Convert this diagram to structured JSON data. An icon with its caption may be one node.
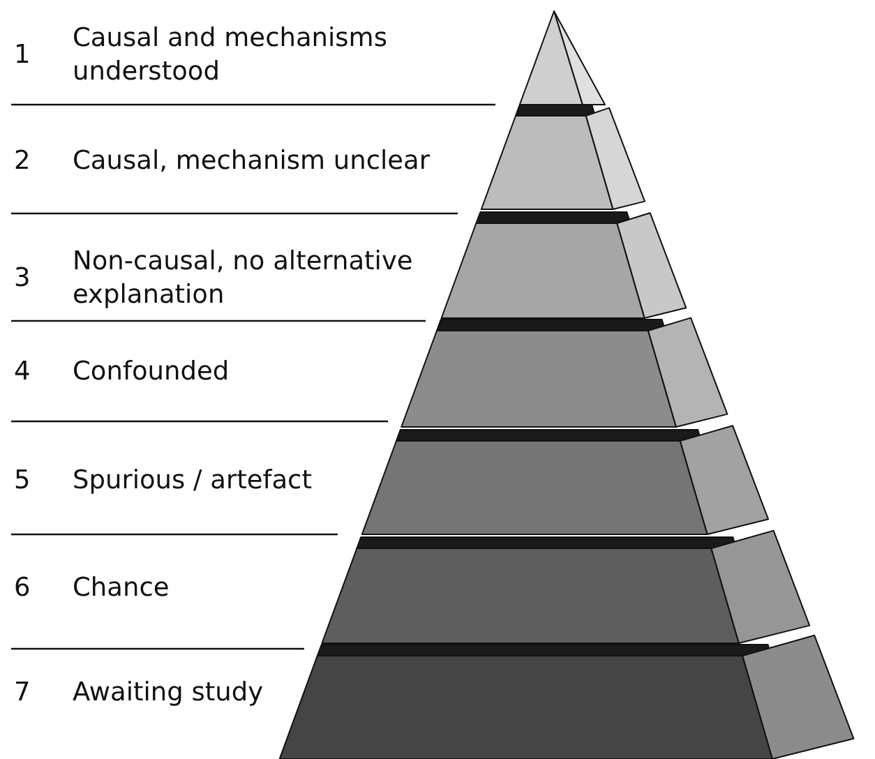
{
  "diagram": {
    "nodes": [
      {
        "text": [
          "1",
          "Causal and mechanisms understood"
        ]
      },
      {
        "text": [
          "2",
          "Causal, mechanism unclear"
        ]
      },
      {
        "text": [
          "3",
          "Non-causal, no alternative explanation"
        ]
      },
      {
        "text": [
          "4",
          "Confounded"
        ]
      },
      {
        "text": [
          "5",
          "Spurious / artefact"
        ]
      },
      {
        "text": [
          "6",
          "Chance"
        ]
      },
      {
        "text": [
          "7",
          "Awaiting study"
        ]
      }
    ]
  }
}
